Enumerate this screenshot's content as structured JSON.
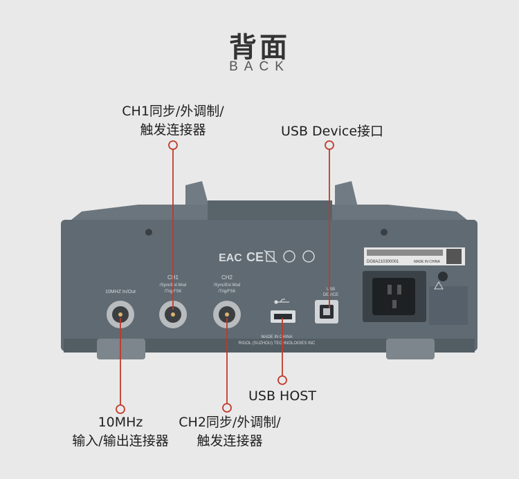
{
  "header": {
    "title_zh": "背面",
    "title_en": "BACK"
  },
  "callouts": {
    "ch1": {
      "line1": "CH1同步/外调制/",
      "line2": "触发连接器"
    },
    "usb_device": {
      "line1": "USB Device接口"
    },
    "usb_host": {
      "line1": "USB HOST"
    },
    "ten_mhz": {
      "line1": "10MHz",
      "line2": "输入/输出连接器"
    },
    "ch2": {
      "line1": "CH2同步/外调制/",
      "line2": "触发连接器"
    }
  },
  "panel": {
    "port_10mhz": "10MHZ In/Out",
    "ch1_name": "CH1",
    "ch1_sub1": "/Sync/Ext Mod",
    "ch1_sub2": "/Trig/FSK",
    "ch2_name": "CH2",
    "ch2_sub1": "/Sync/Ext Mod",
    "ch2_sub2": "/Trig/FSK",
    "usb_label1": "USB",
    "usb_label2": "DEVICE",
    "made_in": "MADE IN CHINA",
    "company": "RIGOL (SUZHOU) TECHNOLOGIES INC",
    "cert_eac": "EAC",
    "cert_ce": "CE",
    "sticker_serial": "DG8A210300001",
    "sticker_made": "MADE IN CHINA"
  },
  "colors": {
    "accent": "#c0392b",
    "panel": "#5f6a72",
    "panel_dark": "#4a535a"
  }
}
